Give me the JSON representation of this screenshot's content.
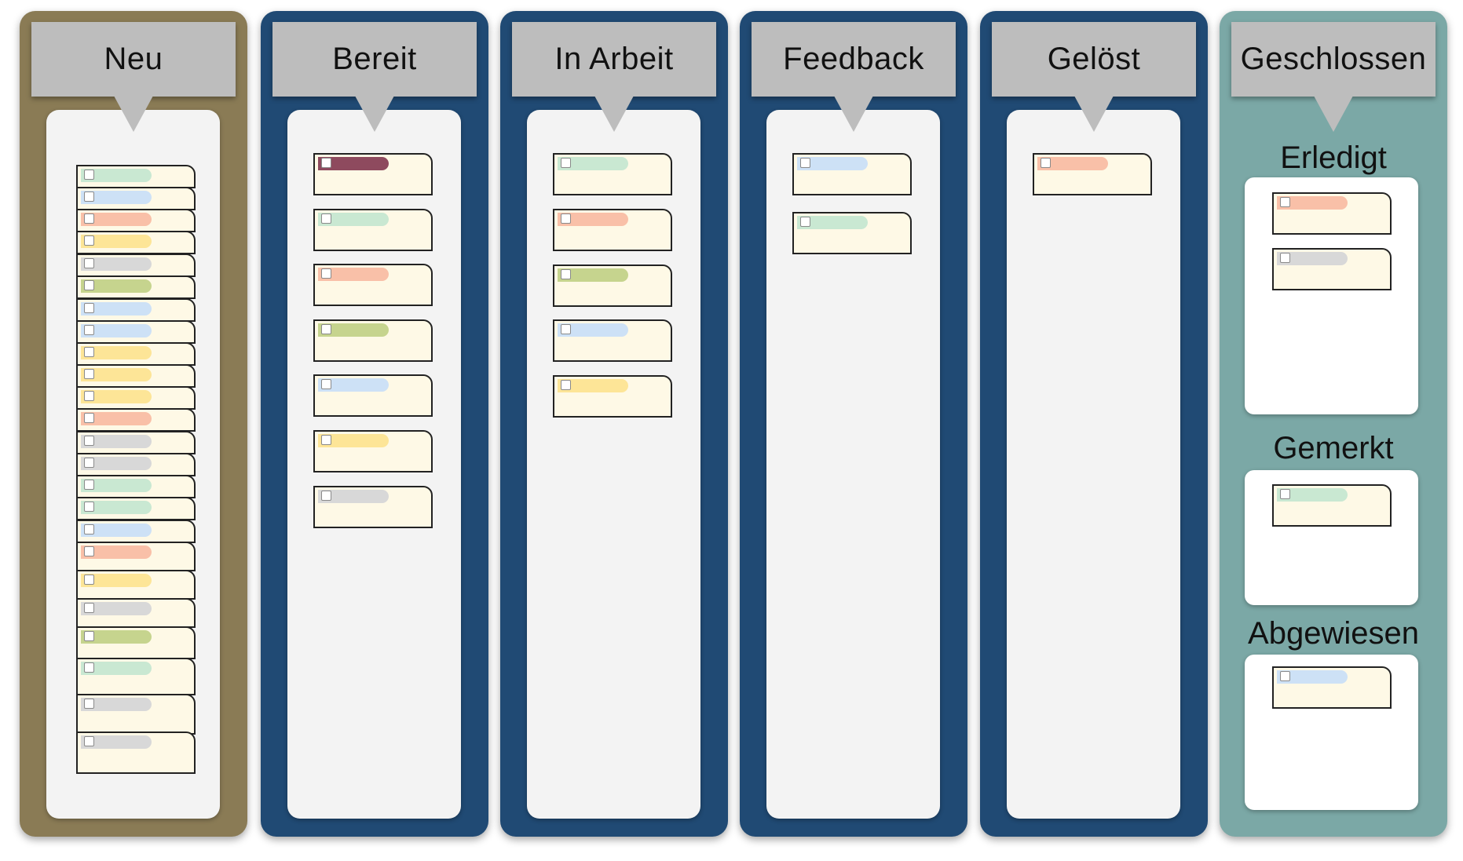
{
  "colors": {
    "card_bg": "#fef9e6",
    "green": "#c9e8d2",
    "blue": "#cde1f6",
    "salmon": "#f9c0a8",
    "yellow": "#fde597",
    "gray": "#d8d8d8",
    "olive": "#c6d48e",
    "maroon": "#8e4a5e"
  },
  "board": {
    "columns": [
      {
        "title": "Neu",
        "color": "#8a7b55",
        "cards": [
          "green",
          "blue",
          "salmon",
          "yellow",
          "gray",
          "olive",
          "blue",
          "blue",
          "yellow",
          "yellow",
          "yellow",
          "salmon",
          "gray",
          "gray",
          "green",
          "green",
          "blue",
          "salmon",
          "yellow",
          "gray",
          "olive",
          "green",
          "gray",
          "gray"
        ]
      },
      {
        "title": "Bereit",
        "color": "#204a74",
        "cards": [
          "maroon",
          "green",
          "salmon",
          "olive",
          "blue",
          "yellow",
          "gray"
        ]
      },
      {
        "title": "In Arbeit",
        "color": "#204a74",
        "cards": [
          "green",
          "salmon",
          "olive",
          "blue",
          "yellow"
        ]
      },
      {
        "title": "Feedback",
        "color": "#204a74",
        "cards": [
          "blue",
          "green"
        ]
      },
      {
        "title": "Gelöst",
        "color": "#204a74",
        "cards": [
          "salmon"
        ]
      },
      {
        "title": "Geschlossen",
        "color": "#7ba8a6",
        "groups": [
          {
            "title": "Erledigt",
            "cards": [
              "salmon",
              "gray"
            ]
          },
          {
            "title": "Gemerkt",
            "cards": [
              "green"
            ]
          },
          {
            "title": "Abgewiesen",
            "cards": [
              "blue"
            ]
          }
        ]
      }
    ]
  }
}
